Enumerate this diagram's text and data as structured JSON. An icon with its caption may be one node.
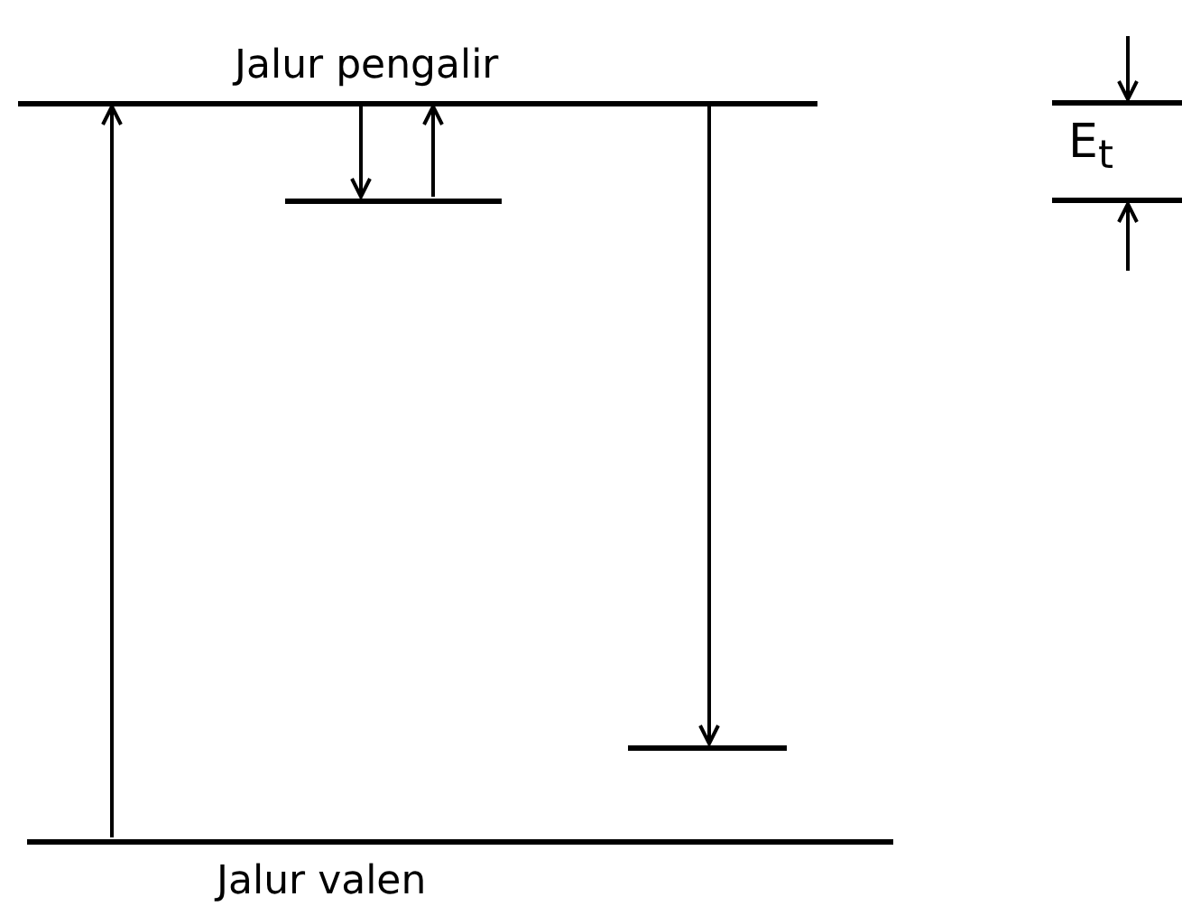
{
  "diagram": {
    "nodes": [
      {
        "text": [
          "Jalur pengalir"
        ]
      },
      {
        "text": [],
        "shape": "bar"
      },
      {
        "text": [],
        "shape": "bar"
      },
      {
        "text": [
          "Jalur valen"
        ]
      }
    ],
    "edges": [
      {
        "from": 3,
        "to": 0,
        "arrow": "to"
      },
      {
        "from": 0,
        "to": 1,
        "arrow": "to"
      },
      {
        "from": 1,
        "to": 0,
        "arrow": "to"
      },
      {
        "from": 0,
        "to": 2,
        "arrow": "to"
      }
    ],
    "labels": [
      "E$_{t}$"
    ]
  }
}
